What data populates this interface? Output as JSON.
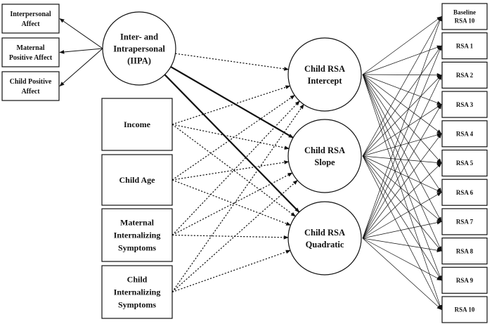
{
  "indicators": [
    {
      "lines": [
        "Interpersonal",
        "Affect"
      ]
    },
    {
      "lines": [
        "Maternal",
        "Positive Affect"
      ]
    },
    {
      "lines": [
        "Child Positive",
        "Affect"
      ]
    }
  ],
  "latent_factor": {
    "lines": [
      "Inter- and",
      "Intrapersonal",
      "(IIPA)"
    ]
  },
  "covariates": [
    {
      "lines": [
        "Income"
      ]
    },
    {
      "lines": [
        "Child Age"
      ]
    },
    {
      "lines": [
        "Maternal",
        "Internalizing",
        "Symptoms"
      ]
    },
    {
      "lines": [
        "Child",
        "Internalizing",
        "Symptoms"
      ]
    }
  ],
  "growth_factors": [
    {
      "lines": [
        "Child RSA",
        "Intercept"
      ]
    },
    {
      "lines": [
        "Child RSA",
        "Slope"
      ]
    },
    {
      "lines": [
        "Child RSA",
        "Quadratic"
      ]
    }
  ],
  "rsa_measures": [
    {
      "lines": [
        "Baseline",
        "RSA 10"
      ]
    },
    {
      "lines": [
        "RSA 1"
      ]
    },
    {
      "lines": [
        "RSA 2"
      ]
    },
    {
      "lines": [
        "RSA 3"
      ]
    },
    {
      "lines": [
        "RSA 4"
      ]
    },
    {
      "lines": [
        "RSA 5"
      ]
    },
    {
      "lines": [
        "RSA 6"
      ]
    },
    {
      "lines": [
        "RSA 7"
      ]
    },
    {
      "lines": [
        "RSA 8"
      ]
    },
    {
      "lines": [
        "RSA 9"
      ]
    },
    {
      "lines": [
        "RSA 10"
      ]
    }
  ],
  "paths": {
    "solid_bold": [
      [
        "latent_factor",
        1
      ],
      [
        "latent_factor",
        2
      ]
    ],
    "dotted": [
      [
        "latent_factor",
        0
      ],
      [
        "covariates",
        "all"
      ]
    ]
  },
  "colors": {
    "stroke": "#111111",
    "background": "#ffffff"
  }
}
